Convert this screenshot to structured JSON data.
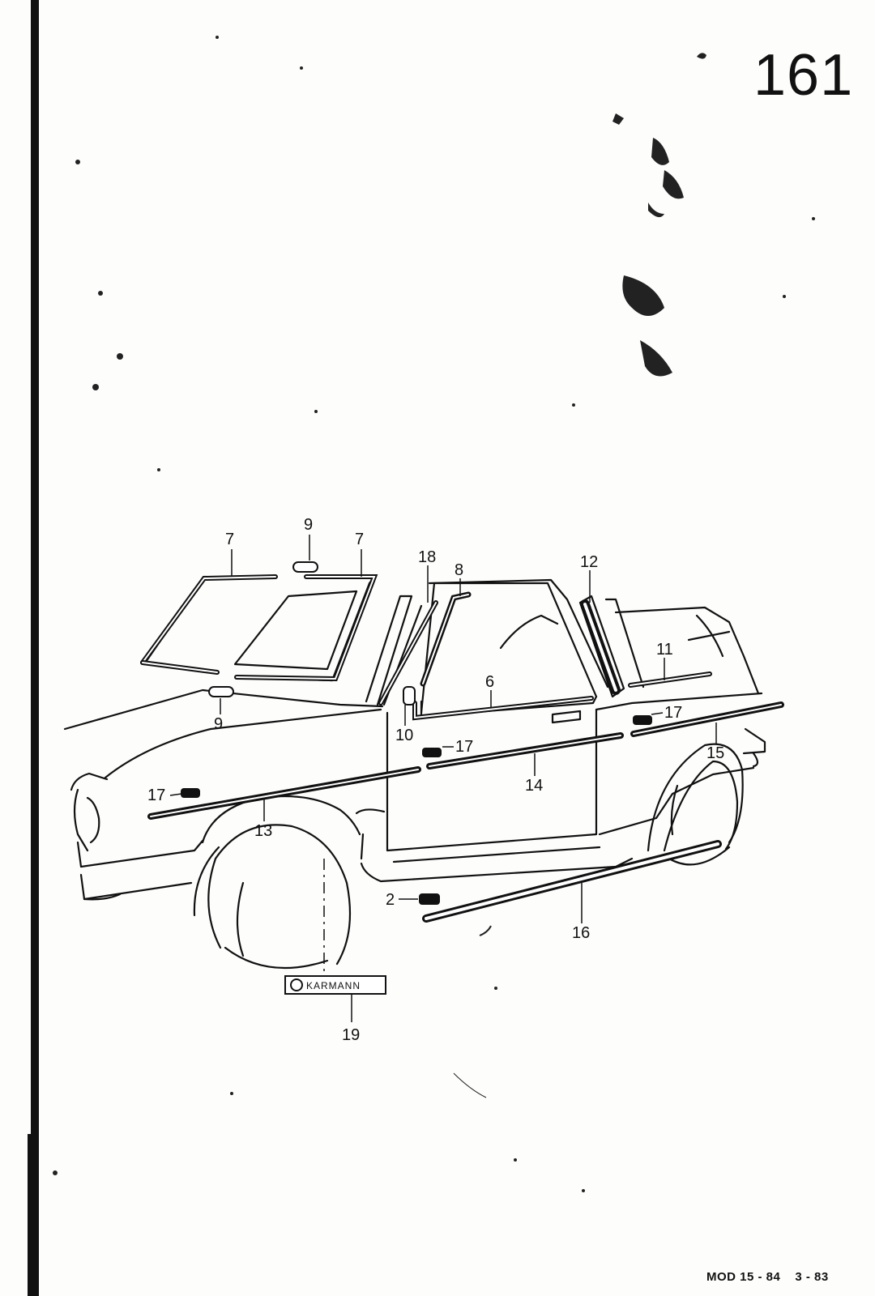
{
  "page": {
    "number": "161",
    "footer_model": "MOD 15 - 84",
    "footer_date": "3 - 83"
  },
  "diagram": {
    "subject": "car-side-exploded-view",
    "badge_text": "KARMANN",
    "callouts": [
      {
        "id": "7a",
        "label": "7"
      },
      {
        "id": "9a",
        "label": "9"
      },
      {
        "id": "7b",
        "label": "7"
      },
      {
        "id": "18",
        "label": "18"
      },
      {
        "id": "8",
        "label": "8"
      },
      {
        "id": "12",
        "label": "12"
      },
      {
        "id": "11",
        "label": "11"
      },
      {
        "id": "6",
        "label": "6"
      },
      {
        "id": "9b",
        "label": "9"
      },
      {
        "id": "10",
        "label": "10"
      },
      {
        "id": "17a",
        "label": "17"
      },
      {
        "id": "17b",
        "label": "17"
      },
      {
        "id": "17c",
        "label": "17"
      },
      {
        "id": "15",
        "label": "15"
      },
      {
        "id": "14",
        "label": "14"
      },
      {
        "id": "13",
        "label": "13"
      },
      {
        "id": "2",
        "label": "2"
      },
      {
        "id": "16",
        "label": "16"
      },
      {
        "id": "19",
        "label": "19"
      }
    ]
  }
}
